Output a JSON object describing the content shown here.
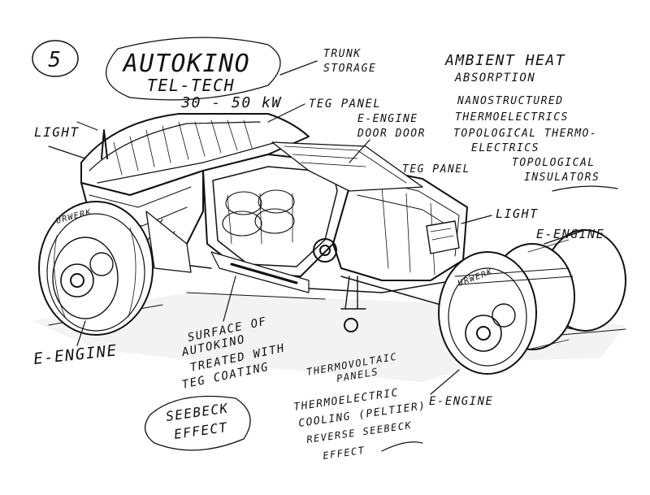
{
  "sheet": {
    "number": "5",
    "title": "AUTOKINO",
    "subtitle": "TEL-TECH",
    "power": "30 - 50 kW"
  },
  "labels": {
    "trunk_storage": [
      "TRUNK",
      "STORAGE"
    ],
    "ambient_heat": [
      "AMBIENT HEAT",
      "ABSORPTION"
    ],
    "nano": [
      "NANOSTRUCTURED",
      "THERMOELECTRICS",
      "TOPOLOGICAL THERMO-",
      "ELECTRICS",
      "TOPOLOGICAL",
      "INSULATORS"
    ],
    "teg_panel_top": "TEG PANEL",
    "teg_panel_side": "TEG PANEL",
    "e_engine_door": [
      "E-ENGINE",
      "DOOR DOOR"
    ],
    "light_left": "LIGHT",
    "light_right": "LIGHT",
    "e_engine_right": "E-ENGINE",
    "e_engine_left": "E-ENGINE",
    "e_engine_bottom": "E-ENGINE",
    "urwerk_left": "URWERK",
    "urwerk_right": "URWERK",
    "surface": [
      "SURFACE OF",
      "AUTOKINO",
      "TREATED WITH",
      "TEG COATING"
    ],
    "seebeck": [
      "SEEBECK",
      "EFFECT"
    ],
    "thermovoltaic": [
      "THERMOVOLTAIC",
      "PANELS"
    ],
    "peltier": [
      "THERMOELECTRIC",
      "COOLING (PELTIER)",
      "REVERSE SEEBECK",
      "EFFECT"
    ]
  }
}
